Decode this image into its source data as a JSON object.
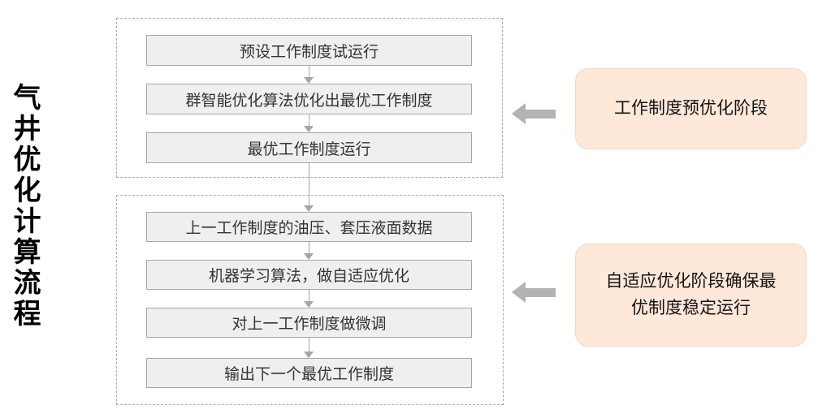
{
  "diagram_title": "气井优化计算流程",
  "stage1": {
    "steps": [
      "预设工作制度试运行",
      "群智能优化算法优化出最优工作制度",
      "最优工作制度运行"
    ],
    "label": "工作制度预优化阶段"
  },
  "stage2": {
    "steps": [
      "上一工作制度的油压、套压液面数据",
      "机器学习算法，做自适应优化",
      "对上一工作制度做微调",
      "输出下一个最优工作制度"
    ],
    "label": "自适应优化阶段确保最优制度稳定运行"
  },
  "colors": {
    "step_box_fill": "#efefef",
    "step_box_border": "#a6a6a6",
    "container_border": "#a9a9a9",
    "connector": "#a6a6a6",
    "block_arrow": "#b3b3b3",
    "stage_label_fill": "#fde8da",
    "stage_label_border": "#f7d8c2",
    "text": "#262626"
  }
}
